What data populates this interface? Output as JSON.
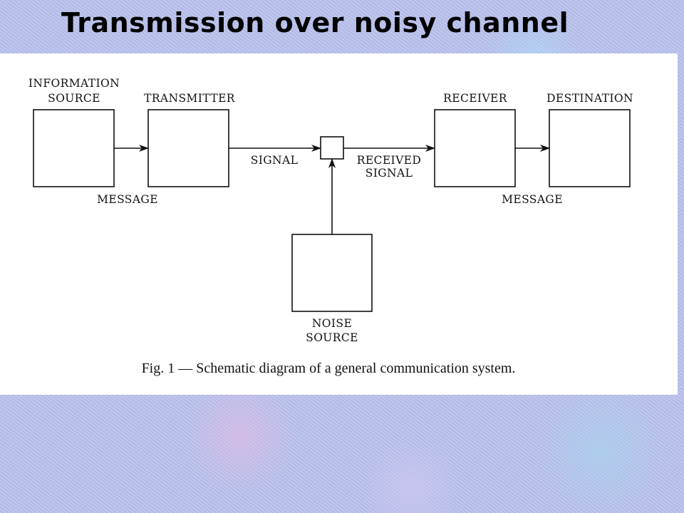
{
  "slide": {
    "title": "Transmission over noisy channel"
  },
  "diagram": {
    "nodes": {
      "information_source": {
        "label_line1": "INFORMATION",
        "label_line2": "SOURCE"
      },
      "transmitter": {
        "label": "TRANSMITTER"
      },
      "receiver": {
        "label": "RECEIVER"
      },
      "destination": {
        "label": "DESTINATION"
      },
      "noise_source": {
        "label_line1": "NOISE",
        "label_line2": "SOURCE"
      }
    },
    "edges": {
      "message_in": "MESSAGE",
      "signal": "SIGNAL",
      "received_signal_line1": "RECEIVED",
      "received_signal_line2": "SIGNAL",
      "message_out": "MESSAGE"
    },
    "caption": "Fig. 1 — Schematic diagram of a general communication system."
  }
}
